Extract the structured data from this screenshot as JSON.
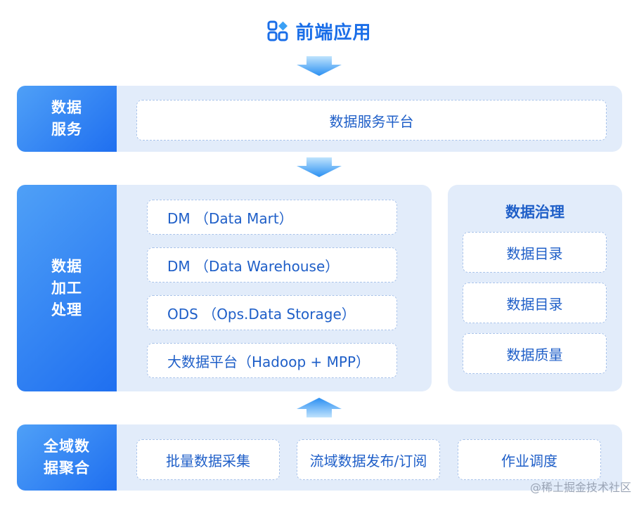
{
  "header": {
    "title": "前端应用",
    "logo_icon": "app-grid-icon"
  },
  "layers": {
    "service": {
      "label_line1": "数据",
      "label_line2": "服务",
      "box": "数据服务平台"
    },
    "processing": {
      "label_line1": "数据",
      "label_line2": "加工",
      "label_line3": "处理",
      "boxes": [
        "DM （Data Mart）",
        "DM （Data Warehouse）",
        "ODS （Ops.Data Storage）",
        "大数据平台（Hadoop + MPP）"
      ]
    },
    "governance": {
      "title": "数据治理",
      "boxes": [
        "数据目录",
        "数据目录",
        "数据质量"
      ]
    },
    "aggregation": {
      "label_line1": "全域数",
      "label_line2": "据聚合",
      "boxes": [
        "批量数据采集",
        "流域数据发布/订阅",
        "作业调度"
      ]
    }
  },
  "watermark": "@稀土掘金技术社区",
  "colors": {
    "accent": "#1f6ff0",
    "panel": "#e2ecfa",
    "box_border": "#a9c3ea"
  }
}
